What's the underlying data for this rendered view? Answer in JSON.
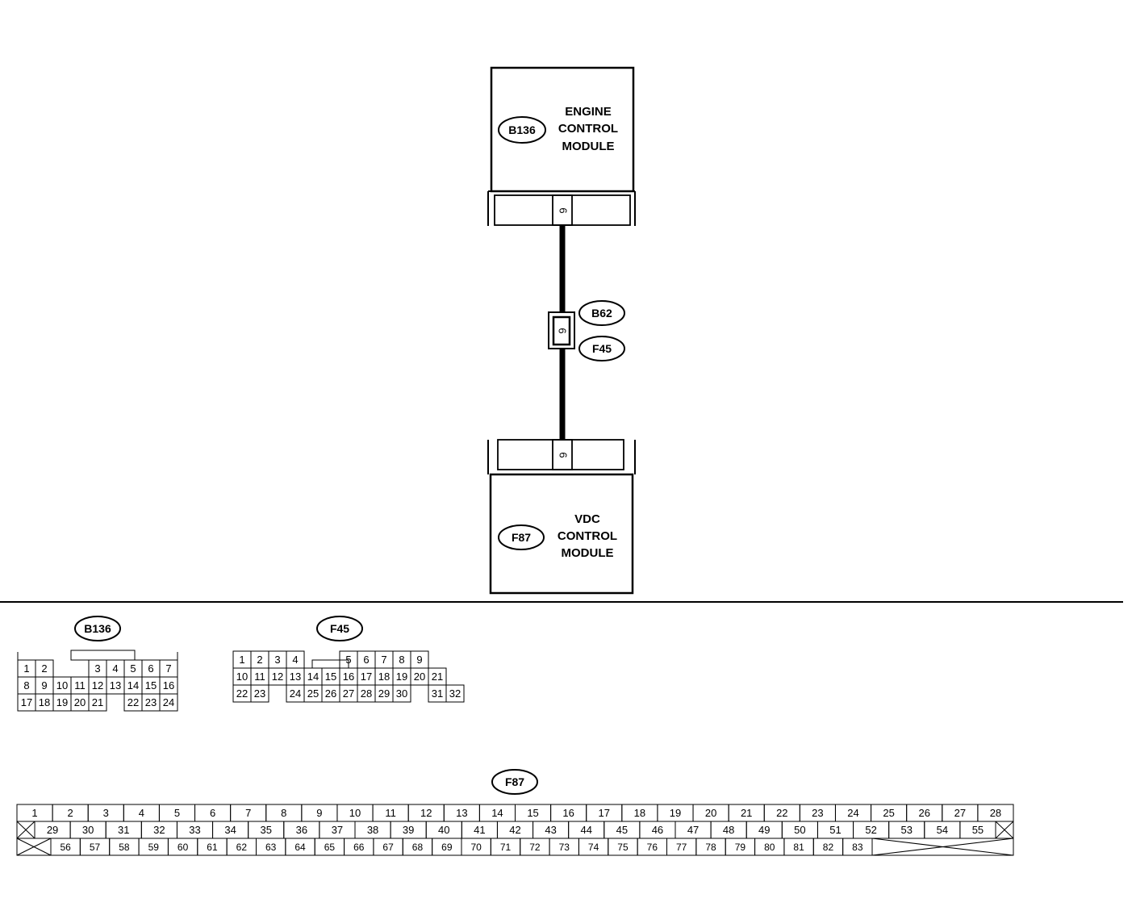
{
  "ecm": {
    "tag": "B136",
    "lines": [
      "ENGINE",
      "CONTROL",
      "MODULE"
    ],
    "pin": "6"
  },
  "joint": {
    "pin": "6",
    "tag_upper": "B62",
    "tag_lower": "F45"
  },
  "vdc": {
    "tag": "F87",
    "lines": [
      "VDC",
      "CONTROL",
      "MODULE"
    ],
    "pin": "6"
  },
  "connectors": {
    "b136": {
      "tag": "B136",
      "rows": [
        [
          "1",
          "2",
          "",
          "3",
          "4",
          "5",
          "6",
          "7"
        ],
        [
          "8",
          "9",
          "10",
          "11",
          "12",
          "13",
          "14",
          "15",
          "16"
        ],
        [
          "17",
          "18",
          "19",
          "20",
          "21",
          "",
          "22",
          "23",
          "24"
        ]
      ]
    },
    "f45": {
      "tag": "F45",
      "rows": [
        [
          "1",
          "2",
          "3",
          "4",
          "",
          "",
          "5",
          "6",
          "7",
          "8",
          "9"
        ],
        [
          "10",
          "11",
          "12",
          "13",
          "14",
          "15",
          "16",
          "17",
          "18",
          "19",
          "20",
          "21"
        ],
        [
          "22",
          "23",
          "",
          "24",
          "25",
          "26",
          "27",
          "28",
          "29",
          "30",
          "",
          "31",
          "32"
        ]
      ]
    },
    "f87": {
      "tag": "F87",
      "rows": [
        [
          "1",
          "2",
          "3",
          "4",
          "5",
          "6",
          "7",
          "8",
          "9",
          "10",
          "11",
          "12",
          "13",
          "14",
          "15",
          "16",
          "17",
          "18",
          "19",
          "20",
          "21",
          "22",
          "23",
          "24",
          "25",
          "26",
          "27",
          "28"
        ],
        [
          "29",
          "30",
          "31",
          "32",
          "33",
          "34",
          "35",
          "36",
          "37",
          "38",
          "39",
          "40",
          "41",
          "42",
          "43",
          "44",
          "45",
          "46",
          "47",
          "48",
          "49",
          "50",
          "51",
          "52",
          "53",
          "54",
          "55"
        ],
        [
          "56",
          "57",
          "58",
          "59",
          "60",
          "61",
          "62",
          "63",
          "64",
          "65",
          "66",
          "67",
          "68",
          "69",
          "70",
          "71",
          "72",
          "73",
          "74",
          "75",
          "76",
          "77",
          "78",
          "79",
          "80",
          "81",
          "82",
          "83"
        ]
      ]
    }
  }
}
